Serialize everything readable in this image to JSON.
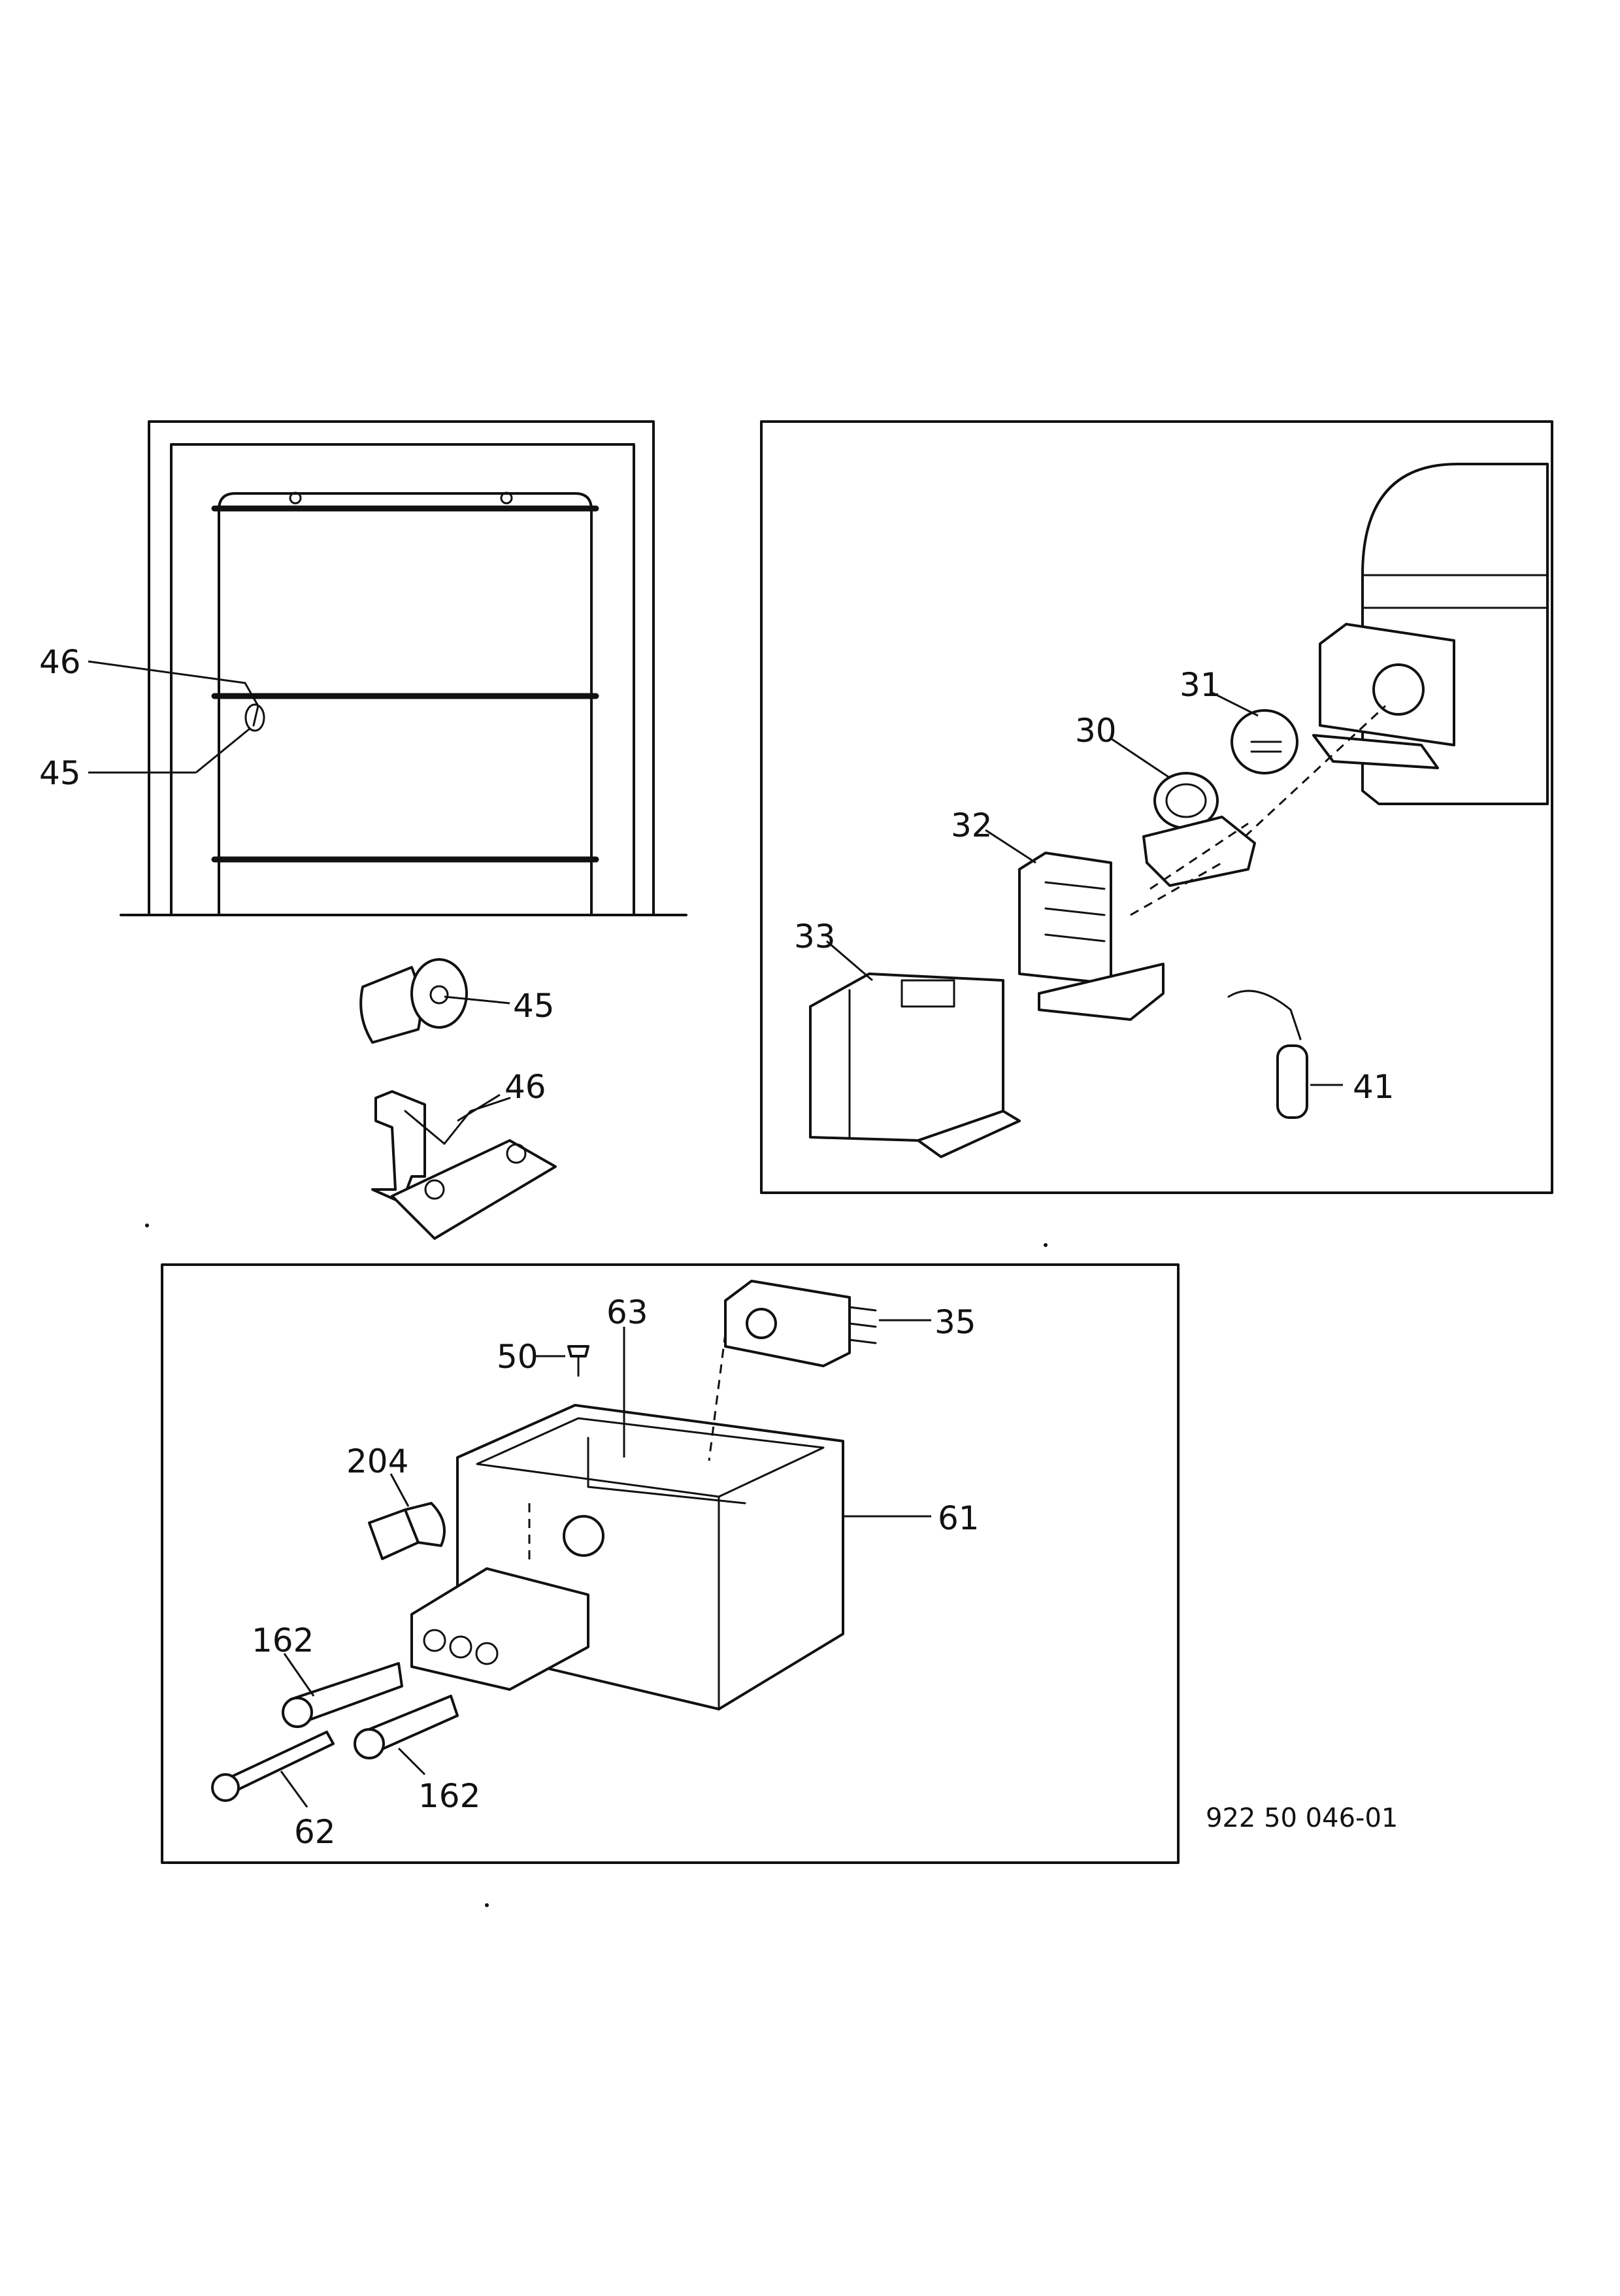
{
  "diagram_code": "922 50 046-01",
  "callouts": {
    "door_bulb_top": "46",
    "door_bulb_bottom": "45",
    "lamp": "45",
    "lamp_holder": "46",
    "relay_31": "31",
    "relay_30": "30",
    "bracket_32": "32",
    "cover_33": "33",
    "capacitor_41": "41",
    "screw_50": "50",
    "bracket_63": "63",
    "thermostat_35": "35",
    "bulb_204": "204",
    "housing_61": "61",
    "switch_162_top": "162",
    "switch_162_bottom": "162",
    "shaft_62": "62"
  }
}
